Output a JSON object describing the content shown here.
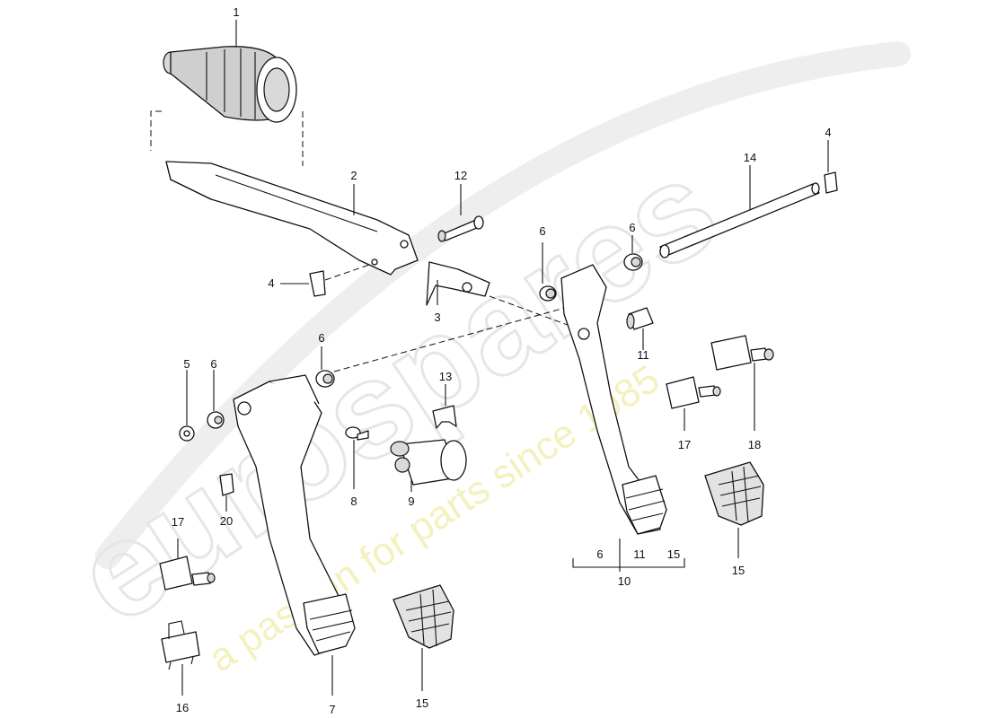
{
  "watermark": {
    "logo": "eurospares",
    "tagline": "a passion for parts since 1985"
  },
  "callouts": {
    "c1": "1",
    "c2": "2",
    "c3": "3",
    "c4a": "4",
    "c4b": "4",
    "c5": "5",
    "c6a": "6",
    "c6b": "6",
    "c6c": "6",
    "c6d": "6",
    "c7": "7",
    "c8": "8",
    "c9": "9",
    "c11": "11",
    "c12": "12",
    "c13": "13",
    "c14": "14",
    "c15a": "15",
    "c15b": "15",
    "c16": "16",
    "c17a": "17",
    "c17b": "17",
    "c18": "18",
    "c20": "20"
  },
  "assembly_10": {
    "label": "10",
    "includes": [
      "6",
      "11",
      "15"
    ]
  }
}
